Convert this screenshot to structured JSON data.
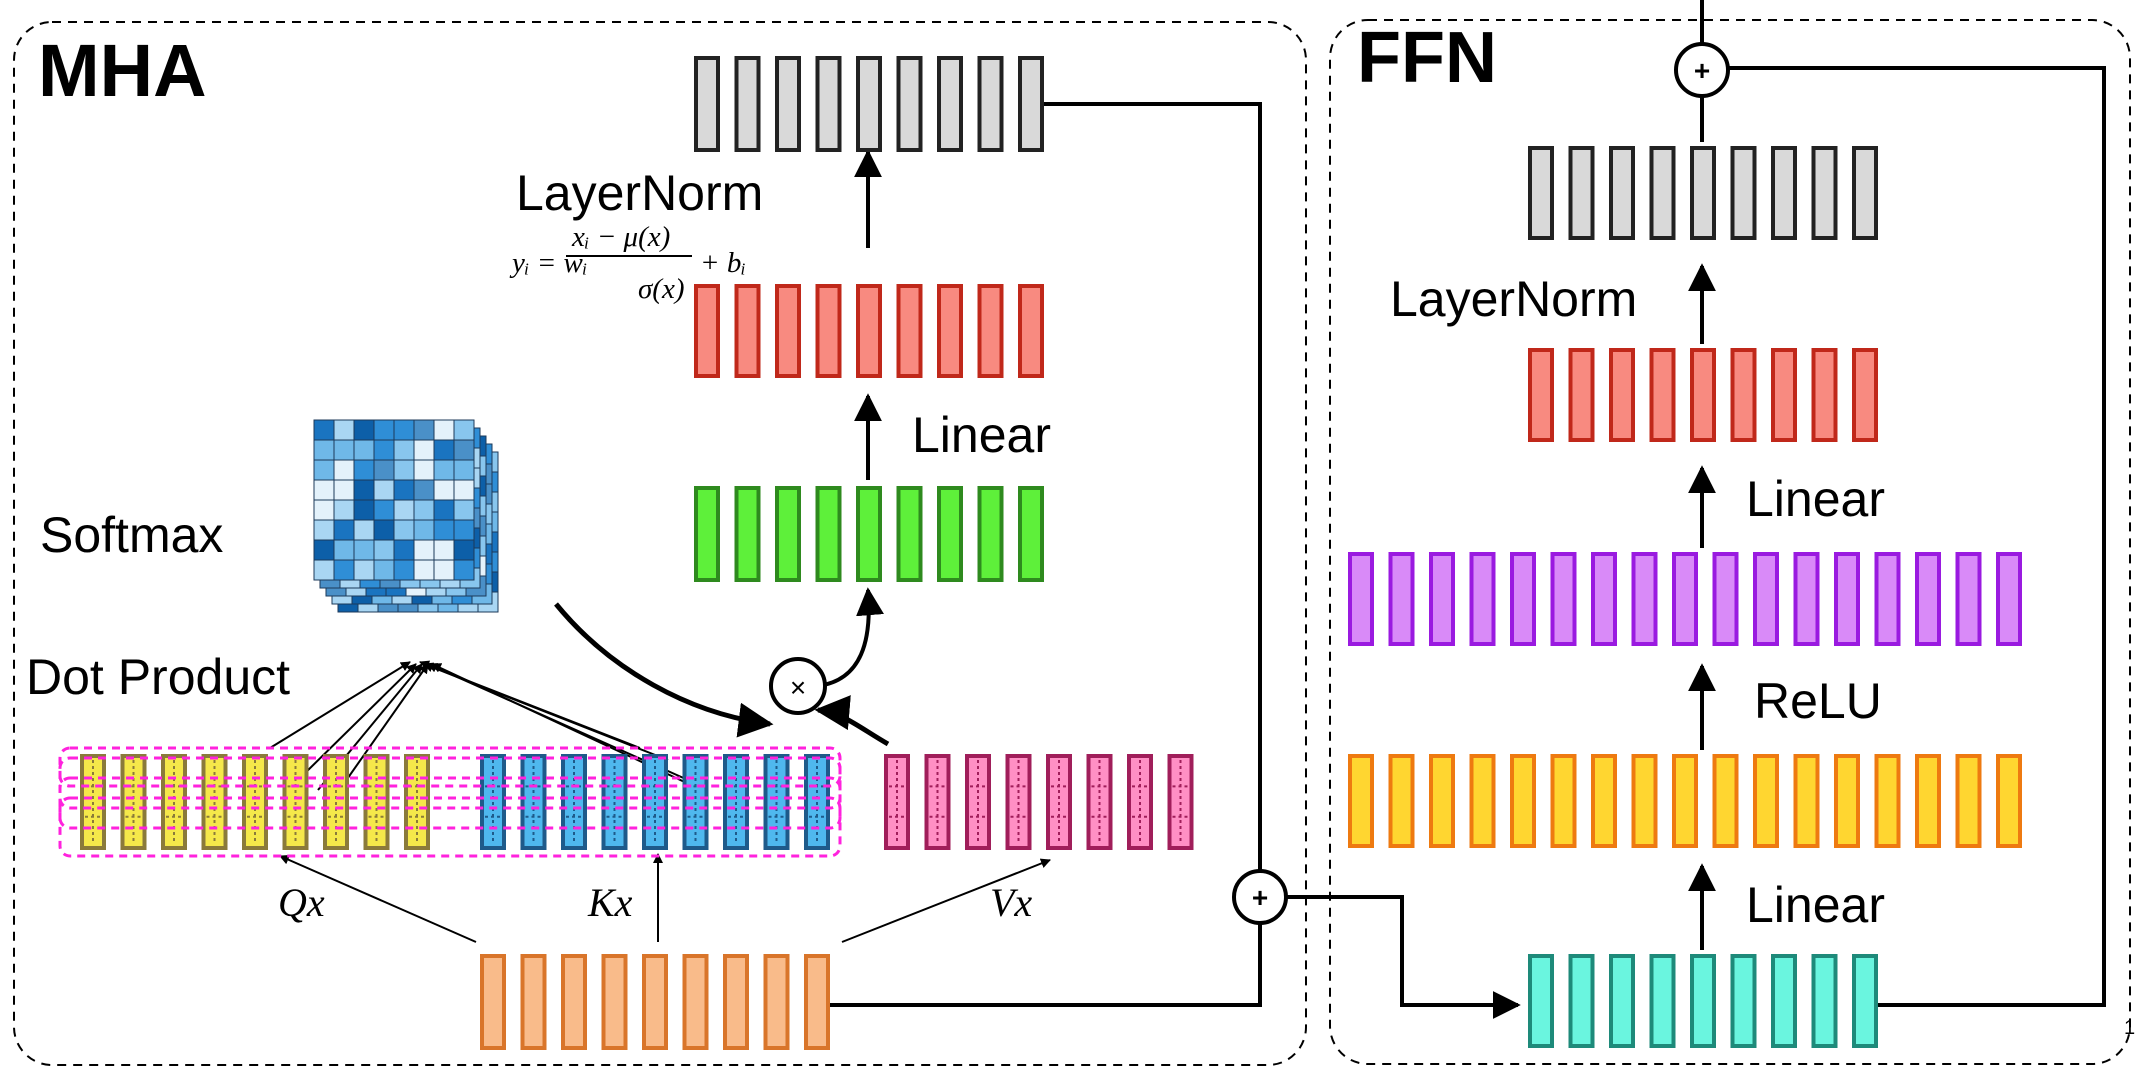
{
  "panels": {
    "mha_title": "MHA",
    "ffn_title": "FFN"
  },
  "mha": {
    "layernorm_label": "LayerNorm",
    "formula": "y_i = w_i (x_i − μ(x)) / σ(x) + b_i",
    "formula_parts": {
      "lhs": "yᵢ = wᵢ",
      "numerator": "xᵢ − μ(x)",
      "denominator": "σ(x)",
      "tail": "+ bᵢ"
    },
    "linear_label": "Linear",
    "softmax_label": "Softmax",
    "dot_product_label": "Dot Product",
    "q_label": "Qx",
    "k_label": "Kx",
    "v_label": "Vx",
    "multiply_symbol": "×",
    "add_symbol": "+"
  },
  "ffn": {
    "layernorm_label": "LayerNorm",
    "linear_top_label": "Linear",
    "relu_label": "ReLU",
    "linear_bottom_label": "Linear",
    "add_symbol": "+"
  },
  "colors": {
    "gray_fill": "#d9d9d9",
    "red_fill": "#f88a80",
    "red_stroke": "#c0281a",
    "green_fill": "#5ef03a",
    "green_stroke": "#2e8a1e",
    "orange_fill": "#f9bb8a",
    "orange_stroke": "#d9752a",
    "yellow_fill": "#f5e84a",
    "yellow_stroke": "#8a7a3a",
    "blue_fill": "#4fb8ee",
    "blue_stroke": "#1e5a8a",
    "pink_fill": "#ff8fc4",
    "pink_stroke": "#a01e5a",
    "purple_fill": "#d98af8",
    "purple_stroke": "#9a1ae0",
    "gold_fill": "#ffd630",
    "gold_stroke": "#ee7a10",
    "teal_fill": "#6af5df",
    "teal_stroke": "#1e8a7a",
    "magenta_dash": "#ff22dd"
  },
  "page_number": "1"
}
